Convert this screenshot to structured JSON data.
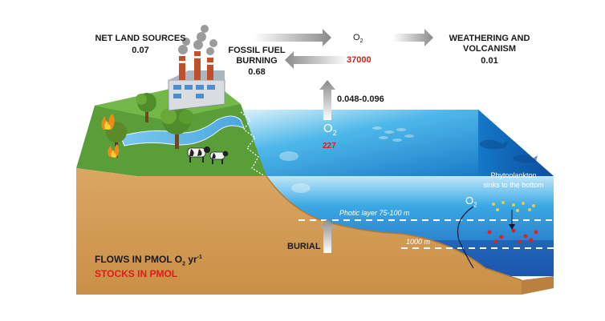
{
  "atmosphere": {
    "o2_label": "O",
    "o2_sub": "2",
    "o2_stock": "37000"
  },
  "flows": {
    "net_land_label": "NET LAND SOURCES",
    "net_land_value": "0.07",
    "fossil_label_1": "FOSSIL FUEL",
    "fossil_label_2": "BURNING",
    "fossil_value": "0.68",
    "weathering_label_1": "WEATHERING AND",
    "weathering_label_2": "VOLCANISM",
    "weathering_value": "0.01",
    "ocean_exchange": "0.048-0.096",
    "burial_label": "BURIAL"
  },
  "ocean": {
    "o2_label": "O",
    "o2_sub": "2",
    "o2_stock": "227",
    "deep_o2_label": "O",
    "deep_o2_sub": "2",
    "phyto_label_1": "Phytoplankton",
    "phyto_label_2": "sinks to the bottom",
    "photic_label": "Photic layer 75-100 m",
    "depth_label": "1000 m"
  },
  "legend": {
    "flows_prefix": "FLOWS IN PMOL O",
    "flows_sub": "2",
    "flows_suffix": " yr",
    "flows_sup": "-1",
    "stocks": "STOCKS IN PMOL"
  },
  "colors": {
    "stock_text": "#e01b1b",
    "flow_text": "#1a1a1a",
    "ocean": "#1e8fd8",
    "soil": "#d9a35a",
    "grass": "#5a9e3a"
  }
}
